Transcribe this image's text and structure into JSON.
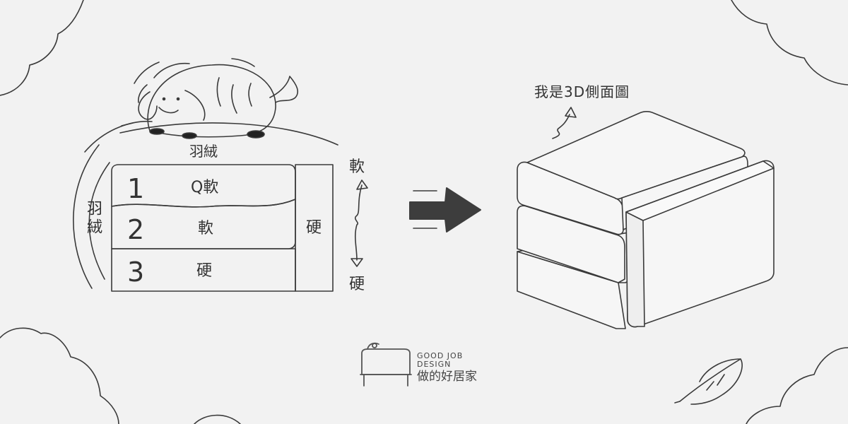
{
  "stack": {
    "top_label": "羽絨",
    "side_label": "羽絨",
    "hard_side_label": "硬",
    "layers": [
      {
        "number": "1",
        "label": "Q軟"
      },
      {
        "number": "2",
        "label": "軟"
      },
      {
        "number": "3",
        "label": "硬"
      }
    ]
  },
  "scale": {
    "soft_label": "軟",
    "hard_label": "硬"
  },
  "diagram_3d": {
    "caption": "我是3D側面圖"
  },
  "logo": {
    "line1": "GOOD JOB",
    "line2": "DESIGN",
    "line3": "做的好居家"
  },
  "colors": {
    "background": "#f2f2f2",
    "stroke": "#3a3a3a",
    "arrow": "#3d3d3d"
  }
}
